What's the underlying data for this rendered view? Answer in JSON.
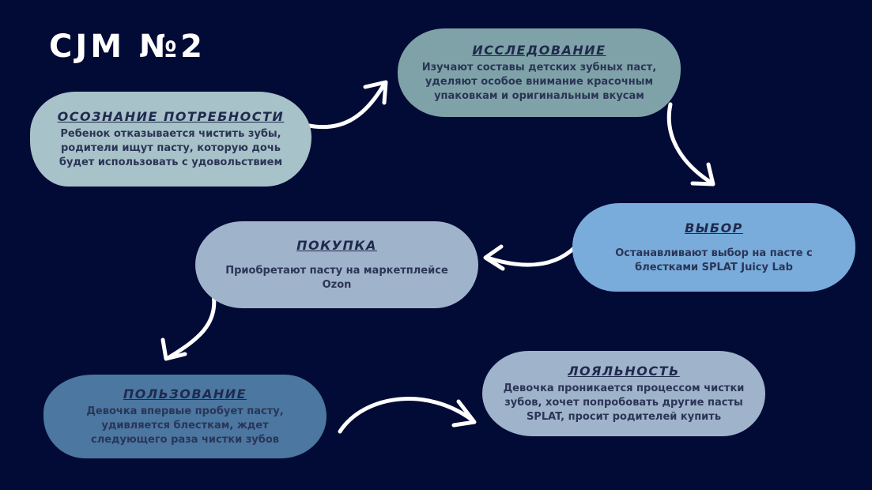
{
  "title": "CJM №2",
  "stages": [
    {
      "heading": "ОСОЗНАНИЕ ПОТРЕБНОСТИ",
      "text": "Ребенок отказывается чистить зубы, родители ищут пасту, которую дочь будет использовать с удовольствием",
      "color": "#a8c2c9"
    },
    {
      "heading": "ИССЛЕДОВАНИЕ",
      "text": "Изучают составы детских зубных паст, уделяют особое внимание красочным упаковкам и оригинальным вкусам",
      "color": "#7fa2a8"
    },
    {
      "heading": "ВЫБОР",
      "text": "Останавливают выбор на пасте с блестками SPLAT Juicy Lab",
      "color": "#79acdb"
    },
    {
      "heading": "ПОКУПКА",
      "text": "Приобретают пасту на маркетплейсе Ozon",
      "color": "#9fb3cb"
    },
    {
      "heading": "ПОЛЬЗОВАНИЕ",
      "text": "Девочка впервые пробует пасту, удивляется блесткам, ждет следующего раза чистки зубов",
      "color": "#4b77a1"
    },
    {
      "heading": "ЛОЯЛЬНОСТЬ",
      "text": "Девочка проникается процессом чистки зубов, хочет попробовать другие пасты SPLAT, просит родителей купить",
      "color": "#9fb3cb"
    }
  ]
}
